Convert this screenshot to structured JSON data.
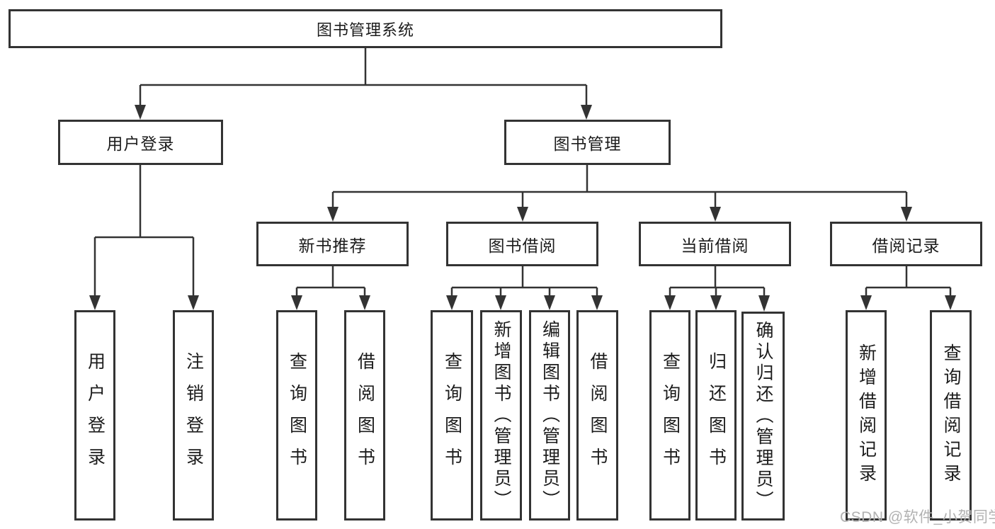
{
  "diagram": {
    "root": {
      "label": "图书管理系统"
    },
    "level2": [
      {
        "label": "用户登录"
      },
      {
        "label": "图书管理"
      }
    ],
    "level3": [
      {
        "label": "新书推荐"
      },
      {
        "label": "图书借阅"
      },
      {
        "label": "当前借阅"
      },
      {
        "label": "借阅记录"
      }
    ],
    "leaves": {
      "user_login": [
        {
          "label": "用户登录"
        },
        {
          "label": "注销登录"
        }
      ],
      "new_book": [
        {
          "label": "查询图书"
        },
        {
          "label": "借阅图书"
        }
      ],
      "book_borrow": [
        {
          "label": "查询图书"
        },
        {
          "label": "新增图书（管理员）"
        },
        {
          "label": "编辑图书（管理员）"
        },
        {
          "label": "借阅图书"
        }
      ],
      "current_borrow": [
        {
          "label": "查询图书"
        },
        {
          "label": "归还图书"
        },
        {
          "label": "确认归还（管理员）"
        }
      ],
      "borrow_record": [
        {
          "label": "新增借阅记录"
        },
        {
          "label": "查询借阅记录"
        }
      ]
    },
    "watermark": "CSDN @软件_小贺同学",
    "colors": {
      "border": "#333333",
      "line": "#333333",
      "text": "#1c1c1c",
      "watermark": "#b2b2b2",
      "background": "#ffffff"
    }
  }
}
